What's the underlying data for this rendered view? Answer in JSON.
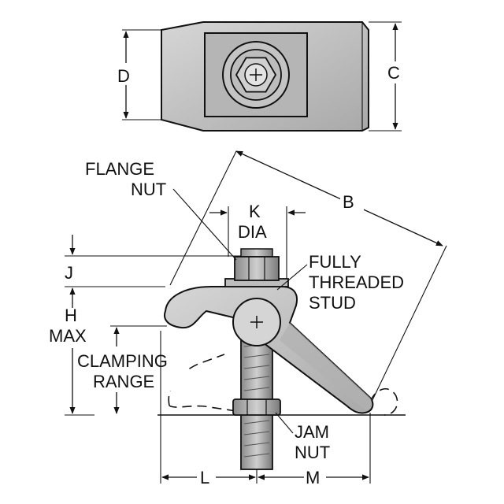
{
  "labels": {
    "flange_nut_1": "FLANGE",
    "flange_nut_2": "NUT",
    "k_1": "K",
    "k_2": "DIA",
    "b": "B",
    "c": "C",
    "d": "D",
    "j": "J",
    "h_1": "H",
    "h_2": "MAX",
    "stud_1": "FULLY",
    "stud_2": "THREADED",
    "stud_3": "STUD",
    "range_1": "CLAMPING",
    "range_2": "RANGE",
    "jam_1": "JAM",
    "jam_2": "NUT",
    "l": "L",
    "m": "M"
  },
  "colors": {
    "body_fill": "#c9c9c9",
    "body_dark": "#a6a6a6",
    "line": "#111111"
  }
}
